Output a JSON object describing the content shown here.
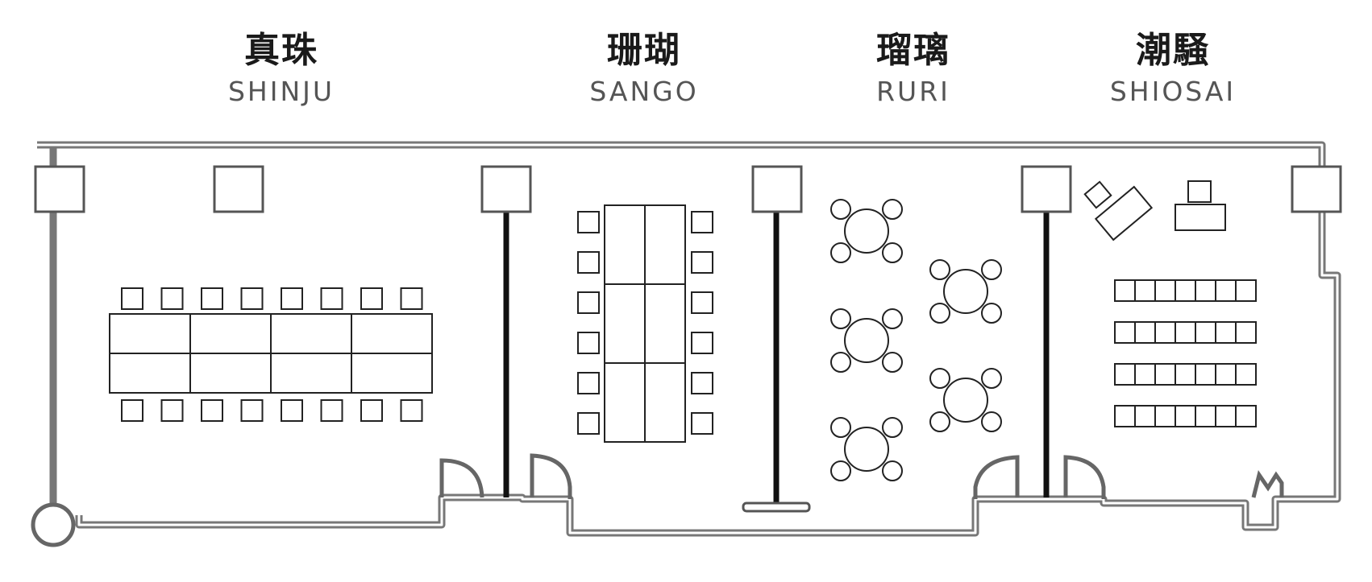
{
  "rooms": [
    {
      "id": "shinju",
      "name_jp": "真珠",
      "name_en": "SHINJU"
    },
    {
      "id": "sango",
      "name_jp": "珊瑚",
      "name_en": "SANGO"
    },
    {
      "id": "ruri",
      "name_jp": "瑠璃",
      "name_en": "RURI"
    },
    {
      "id": "shiosai",
      "name_jp": "潮騒",
      "name_en": "SHIOSAI"
    }
  ]
}
